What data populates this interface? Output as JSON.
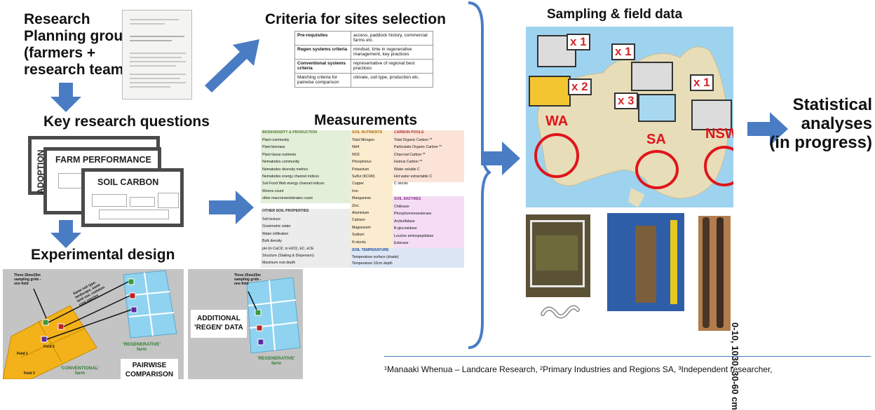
{
  "research_group": {
    "line1": "Research",
    "line2": "Planning group",
    "line3": "(farmers +",
    "line4": "research team)"
  },
  "key_questions": {
    "title": "Key research questions",
    "cards": [
      "ADOPTION",
      "FARM PERFORMANCE",
      "SOIL CARBON"
    ]
  },
  "experimental_design": {
    "title": "Experimental design",
    "panel_left": {
      "note1": "Three 25mx25m sampling grids - one field",
      "note2": "Same soil type, landscape, same land use, common crop species",
      "field1": "Field 1",
      "field2": "Field 2",
      "field3": "Field 3",
      "conventional": "'CONVENTIONAL' farm",
      "regenerative": "'REGENERATIVE' farm",
      "pairwise": "PAIRWISE COMPARISON"
    },
    "panel_right": {
      "note": "Three 25mx25m sampling grids - one field",
      "additional": "ADDITIONAL 'REGEN' DATA",
      "regenerative": "'REGENERATIVE' farm"
    }
  },
  "criteria": {
    "title": "Criteria for sites selection",
    "rows": [
      {
        "label": "Pre-requisites",
        "value": "access, paddock history, commercial farms etc."
      },
      {
        "label": "Regen systems criteria",
        "value": "mindset, time in regenerative management, key practices"
      },
      {
        "label": "Conventional systems criteria",
        "value": "representative of regional best practices"
      },
      {
        "label": "Matching criteria for pairwise comparison",
        "value": "climate, soil type, production etc."
      }
    ]
  },
  "measurements": {
    "title": "Measurements",
    "headers": {
      "bio": "BIODIVERSITY & PRODUCTION",
      "nutrients": "SOIL NUTRIENTS",
      "carbon": "CARBON POOLS",
      "other": "OTHER SOIL PROPERTIES",
      "enzymes": "SOIL ENZYMES",
      "temperature": "SOIL TEMPERATURE"
    },
    "bio": [
      "Plant community",
      "Plant biomass",
      "Plant tissue nutrients",
      "Nematodes community",
      "Nematodes diversity metrics",
      "Nematodes energy channel indices",
      "Soil Food Web energy channel indices",
      "Worms count",
      "other macroinvertebrates count"
    ],
    "nutrients": [
      "Total Nitrogen",
      "NH4",
      "NO3",
      "Phosphorus",
      "Potassium",
      "Sulfur (KCl40)",
      "Copper",
      "Iron",
      "Manganese",
      "Zinc",
      "Aluminium",
      "Calcium",
      "Magnesium",
      "Sodium",
      "N stocks"
    ],
    "carbon": [
      "Total Organic Carbon **",
      "Particulate Organic Carbon **",
      "Charcoal Carbon **",
      "Humus Carbon **",
      "Water soluble C",
      "Hot water extractable C",
      "C stocks"
    ],
    "other": [
      "Soil texture",
      "Gravimetric water",
      "Water infiltration",
      "Bulk density",
      "pH (in CaCl2, in H2O), EC, eCE",
      "Structure (Slaking & Dispersion)",
      "Maximum root depth"
    ],
    "enzymes": [
      "Chitinase",
      "Phosphomonoesterase",
      "Arylsulfatase",
      "B-glucosidase",
      "Leucine aminopeptidase",
      "Esterase"
    ],
    "temperature": [
      "Temperature surface (shade)",
      "Temperature 10cm depth"
    ]
  },
  "sampling": {
    "title": "Sampling & field data",
    "counts": [
      "x 1",
      "x 2",
      "x 1",
      "x 3",
      "x 1"
    ],
    "states": [
      "WA",
      "SA",
      "NSW"
    ],
    "depths": "0-10, 1030, 30-60 cm"
  },
  "statistical": {
    "line1": "Statistical",
    "line2": "analyses",
    "line3": "(in progress)"
  },
  "footer": {
    "text": "¹Manaaki Whenua – Landcare Research, ²Primary Industries and Regions SA, ³Independent researcher,"
  }
}
